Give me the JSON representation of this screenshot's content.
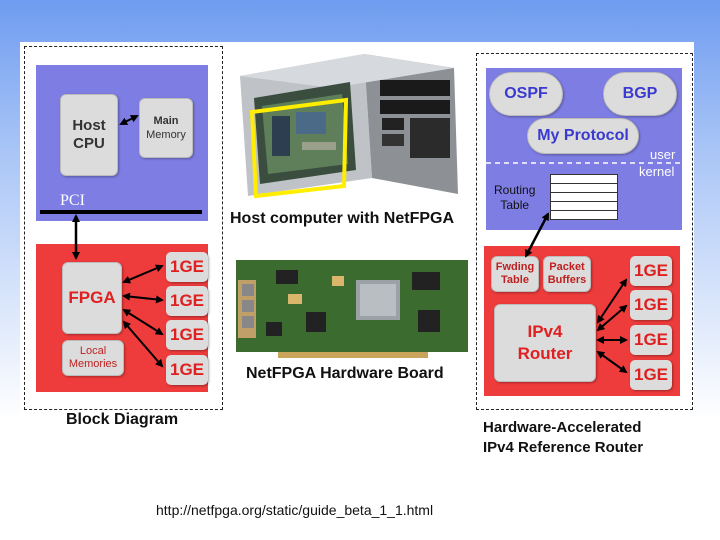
{
  "left": {
    "host_cpu": "Host\nCPU",
    "main_memory_title": "Main",
    "main_memory_sub": "Memory",
    "pci": "PCI",
    "fpga": "FPGA",
    "local_memories": "Local\nMemories",
    "ports": [
      "1GE",
      "1GE",
      "1GE",
      "1GE"
    ],
    "caption": "Block Diagram"
  },
  "center": {
    "host_caption": "Host computer with NetFPGA",
    "board_caption": "NetFPGA Hardware Board"
  },
  "right": {
    "ospf": "OSPF",
    "bgp": "BGP",
    "my_protocol": "My Protocol",
    "user": "user",
    "kernel": "kernel",
    "routing_table": "Routing\nTable",
    "fwding_table": "Fwding\nTable",
    "packet_buffers": "Packet\nBuffers",
    "router": "IPv4\nRouter",
    "ports": [
      "1GE",
      "1GE",
      "1GE",
      "1GE"
    ],
    "caption_line1": "Hardware-Accelerated",
    "caption_line2": "IPv4 Reference Router"
  },
  "source_url": "http://netfpga.org/static/guide_beta_1_1.html",
  "colors": {
    "blue_panel": "#7d7de3",
    "red_panel": "#ee3b3b",
    "port_text": "#e02020",
    "protocol_text": "#3a3ad0"
  }
}
